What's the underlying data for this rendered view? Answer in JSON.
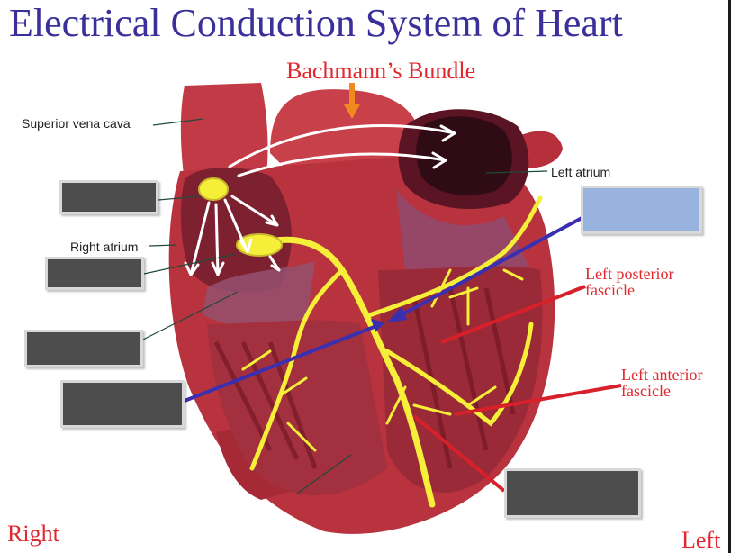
{
  "title": "Electrical Conduction System of Heart",
  "labels": {
    "bachmanns_bundle": "Bachmann’s Bundle",
    "superior_vena_cava": "Superior vena cava",
    "right_atrium": "Right atrium",
    "left_atrium": "Left atrium",
    "left_posterior_fascicle_line1": "Left posterior",
    "left_posterior_fascicle_line2": "fascicle",
    "left_anterior_fascicle_line1": "Left anterior",
    "left_anterior_fascicle_line2": "fascicle",
    "right": "Right",
    "left": "Left"
  },
  "colors": {
    "title": "#3b2f9a",
    "red_labels": "#e0282e",
    "conduction_fibers": "#f5ef3a",
    "hidden_label_box": "#4d4d4d",
    "highlighted_label_box": "#98b4de",
    "pointer_blue": "#3a2fb0",
    "pointer_red": "#d8202a",
    "pointer_orange": "#f08a1e"
  },
  "hidden_label_boxes": 6
}
